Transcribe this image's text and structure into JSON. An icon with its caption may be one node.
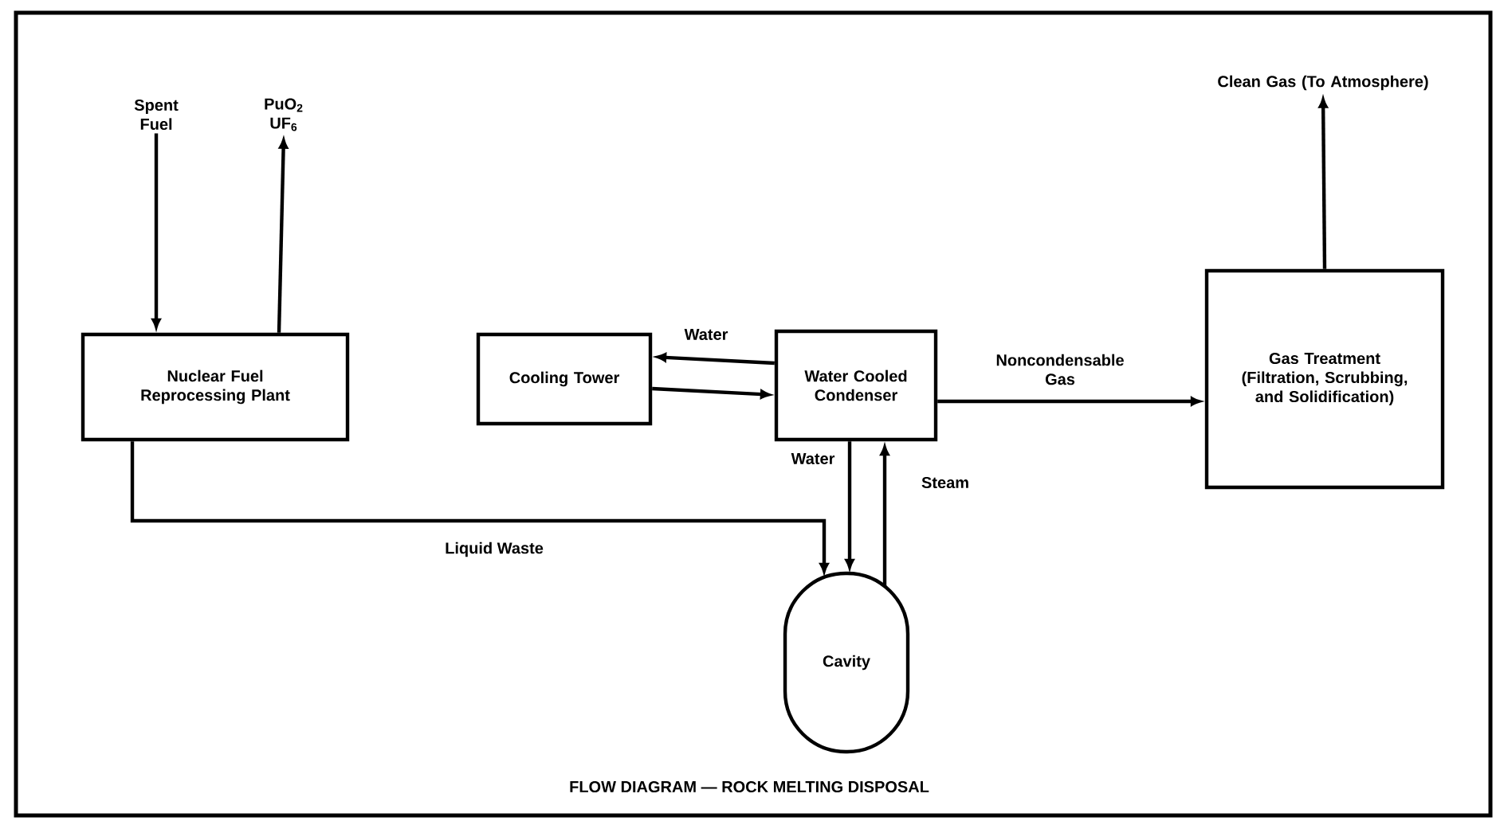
{
  "diagram": {
    "caption": "FLOW DIAGRAM — ROCK MELTING DISPOSAL",
    "nodes": [
      {
        "text": [
          "Spent Fuel"
        ]
      },
      {
        "text": [
          "PuO$_{2}$ UF$_{6}$"
        ]
      },
      {
        "text": [
          "Nuclear Fuel Reprocessing Plant"
        ]
      },
      {
        "text": [
          "Cooling Tower"
        ]
      },
      {
        "text": [
          "Water Cooled Condenser"
        ]
      },
      {
        "text": [
          "Gas Treatment (Filtration, Scrubbing, and Solidification)"
        ]
      },
      {
        "text": [
          "Cavity"
        ]
      },
      {
        "text": [
          "Clean Gas (To Atmosphere)"
        ]
      }
    ],
    "edges": [
      {
        "from": 0,
        "to": 2,
        "arrow": "to"
      },
      {
        "from": 2,
        "to": 1,
        "arrow": "to"
      },
      {
        "from": 4,
        "to": 3,
        "arrow": "to",
        "label": "Water"
      },
      {
        "from": 3,
        "to": 4,
        "arrow": "to"
      },
      {
        "from": 4,
        "to": 5,
        "arrow": "to",
        "label": "Noncondensable Gas"
      },
      {
        "from": 2,
        "to": 6,
        "arrow": "to",
        "label": "Liquid Waste"
      },
      {
        "from": 4,
        "to": 6,
        "arrow": "to",
        "label": "Water"
      },
      {
        "from": 6,
        "to": 4,
        "arrow": "to",
        "label": "Steam"
      },
      {
        "from": 5,
        "to": 7,
        "arrow": "to"
      }
    ]
  }
}
